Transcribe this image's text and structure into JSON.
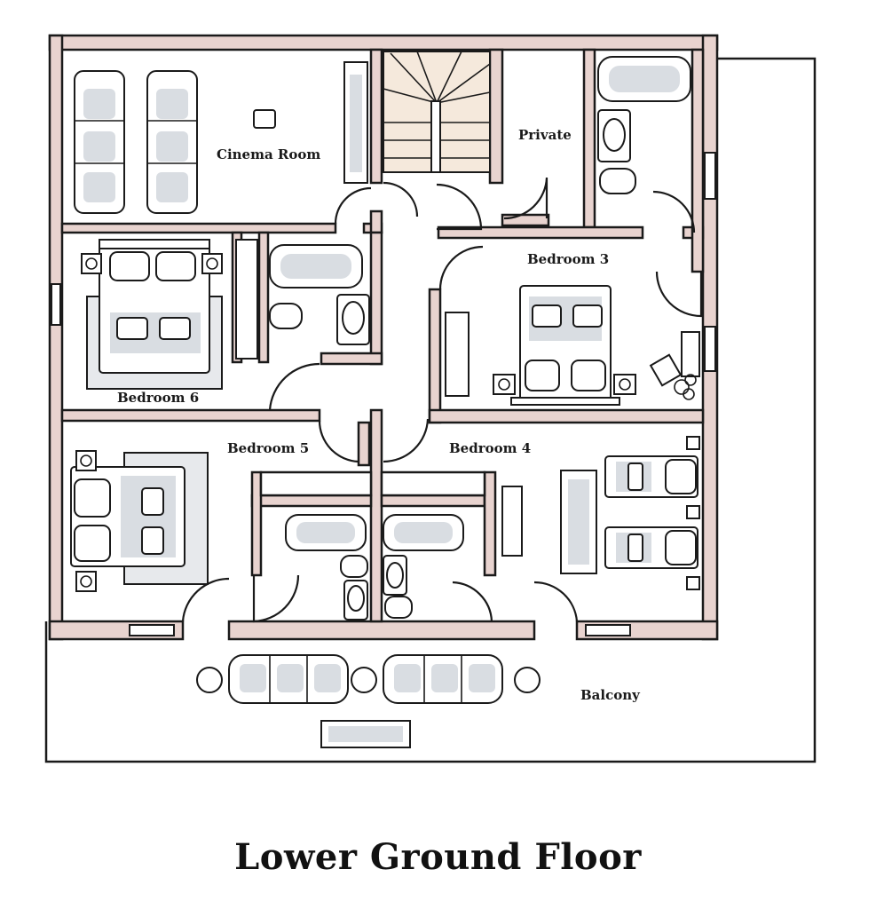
{
  "floorplan": {
    "title": "Lower Ground Floor",
    "rooms": {
      "cinema": "Cinema Room",
      "private": "Private",
      "bedroom3": "Bedroom 3",
      "bedroom6": "Bedroom 6",
      "bedroom5": "Bedroom 5",
      "bedroom4": "Bedroom 4",
      "balcony": "Balcony"
    }
  },
  "colors": {
    "wall_fill": "#e8d3cf",
    "outline": "#1a1a1a",
    "furniture_shade": "#d9dde2",
    "stairs_fill": "#f5e9dc"
  }
}
